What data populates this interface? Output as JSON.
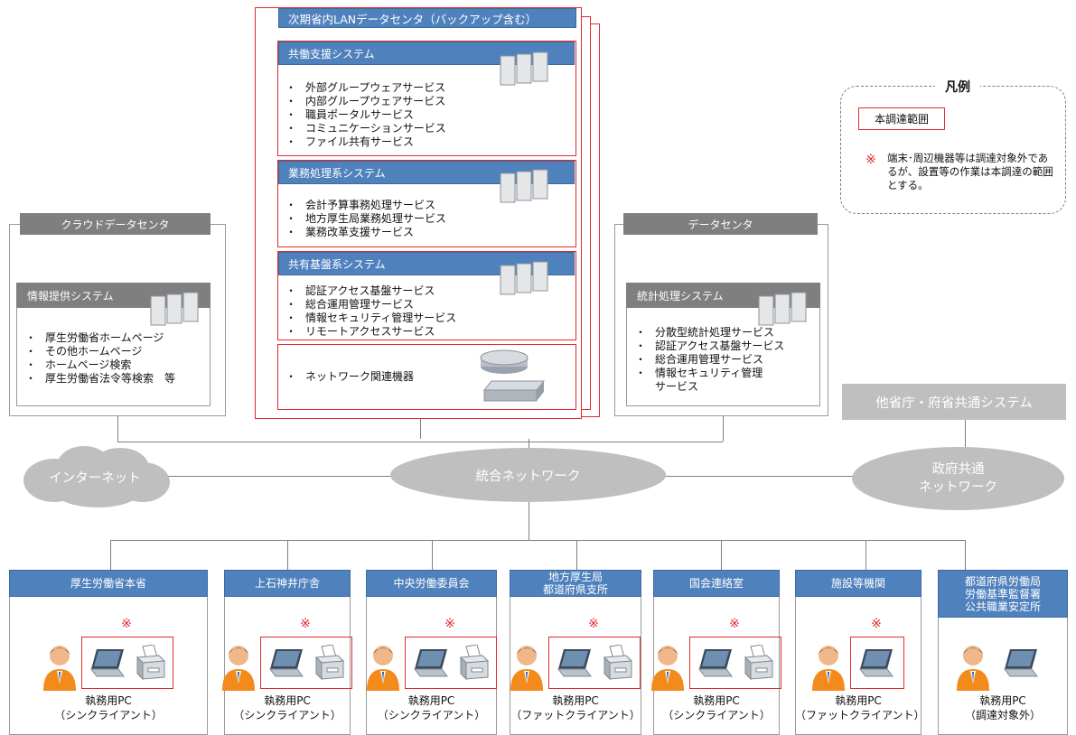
{
  "datacenter": {
    "title": "次期省内LANデータセンタ（バックアップ含む）",
    "systems": [
      {
        "title": "共働支援システム",
        "items": [
          "外部グループウェアサービス",
          "内部グループウェアサービス",
          "職員ポータルサービス",
          "コミュニケーションサービス",
          "ファイル共有サービス"
        ]
      },
      {
        "title": "業務処理系システム",
        "items": [
          "会計予算事務処理サービス",
          "地方厚生局業務処理サービス",
          "業務改革支援サービス"
        ]
      },
      {
        "title": "共有基盤系システム",
        "items": [
          "認証アクセス基盤サービス",
          "総合運用管理サービス",
          "情報セキュリティ管理サービス",
          "リモートアクセスサービス"
        ]
      }
    ],
    "network_item": "ネットワーク関連機器"
  },
  "cloud_dc": {
    "title": "クラウドデータセンタ",
    "system_title": "情報提供システム",
    "items": [
      "厚生労働省ホームページ",
      "その他ホームページ",
      "ホームページ検索",
      "厚生労働省法令等検索　等"
    ]
  },
  "other_dc": {
    "title": "データセンタ",
    "system_title": "統計処理システム",
    "items": [
      "分散型統計処理サービス",
      "認証アクセス基盤サービス",
      "総合運用管理サービス",
      "情報セキュリティ管理\nサービス"
    ]
  },
  "legend": {
    "title": "凡例",
    "scope_label": "本調達範囲",
    "note_mark": "※",
    "note": "端末･周辺機器等は調達対象外であるが、設置等の作業は本調達の範囲とする。"
  },
  "other_system": "他省庁・府省共通システム",
  "networks": {
    "internet": "インターネット",
    "integrated": "統合ネットワーク",
    "government": "政府共通\nネットワーク"
  },
  "offices": [
    {
      "name": "厚生労働省本省",
      "mark": "※",
      "caption1": "執務用PC",
      "caption2": "（シンクライアント）",
      "printer": true,
      "boxed": true
    },
    {
      "name": "上石神井庁舎",
      "mark": "※",
      "caption1": "執務用PC",
      "caption2": "（シンクライアント）",
      "printer": true,
      "boxed": true
    },
    {
      "name": "中央労働委員会",
      "mark": "※",
      "caption1": "執務用PC",
      "caption2": "（シンクライアント）",
      "printer": true,
      "boxed": true
    },
    {
      "name": "地方厚生局\n都道府県支所",
      "mark": "※",
      "caption1": "執務用PC",
      "caption2": "（ファットクライアント）",
      "printer": true,
      "boxed": true
    },
    {
      "name": "国会連絡室",
      "mark": "※",
      "caption1": "執務用PC",
      "caption2": "（シンクライアント）",
      "printer": true,
      "boxed": true
    },
    {
      "name": "施設等機関",
      "mark": "※",
      "caption1": "執務用PC",
      "caption2": "（ファットクライアント）",
      "printer": false,
      "boxed": true
    },
    {
      "name": "都道府県労働局\n労働基準監督署\n公共職業安定所",
      "mark": "",
      "caption1": "執務用PC",
      "caption2": "（調達対象外）",
      "printer": false,
      "boxed": false
    }
  ],
  "colors": {
    "accent_blue": "#4f81bd",
    "scope_red": "#e02b2b",
    "gray_header": "#7f7f7f",
    "network_gray": "#bfbfbf"
  }
}
